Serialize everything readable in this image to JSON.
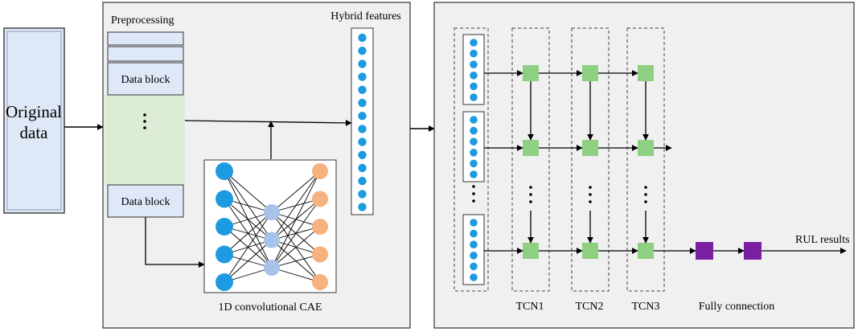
{
  "labels": {
    "original_data_line1": "Original",
    "original_data_line2": "data",
    "preprocessing": "Preprocessing",
    "data_block_top": "Data block",
    "data_block_bottom": "Data block",
    "hybrid_features": "Hybrid features",
    "cae": "1D convolutional  CAE",
    "tcn1": "TCN1",
    "tcn2": "TCN2",
    "tcn3": "TCN3",
    "fully_connection": "Fully connection",
    "rul_results": "RUL  results"
  },
  "colors": {
    "original_fill": "#dfe8f7",
    "panel_fill": "#f0f0f0",
    "green_region": "#dcecd5",
    "node_blue": "#1e9be0",
    "node_light_blue": "#a7c3ea",
    "node_orange": "#f6b27e",
    "tcn_green": "#8fcf82",
    "fc_purple": "#7a1fa2"
  },
  "cae_layers": [
    5,
    3,
    5
  ],
  "hybrid_feature_count": 14,
  "tcn_blocks": 3,
  "fc_units": 2
}
